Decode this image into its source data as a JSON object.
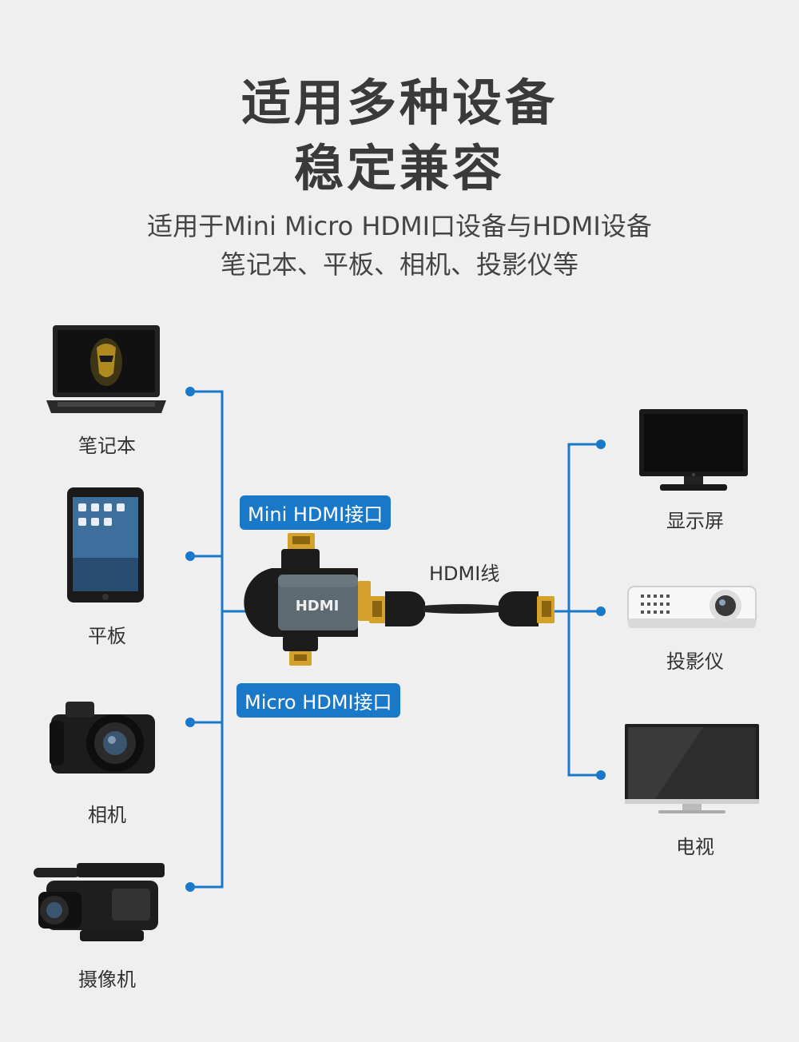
{
  "heading": {
    "line1": "适用多种设备",
    "line2": "稳定兼容"
  },
  "subheading": {
    "line1": "适用于Mini Micro HDMI口设备与HDMI设备",
    "line2": "笔记本、平板、相机、投影仪等"
  },
  "left_devices": [
    {
      "label": "笔记本",
      "icon": "laptop-icon"
    },
    {
      "label": "平板",
      "icon": "tablet-icon"
    },
    {
      "label": "相机",
      "icon": "camera-icon"
    },
    {
      "label": "摄像机",
      "icon": "camcorder-icon"
    }
  ],
  "right_devices": [
    {
      "label": "显示屏",
      "icon": "monitor-icon"
    },
    {
      "label": "投影仪",
      "icon": "projector-icon"
    },
    {
      "label": "电视",
      "icon": "tv-icon"
    }
  ],
  "adapter": {
    "mini_label": "Mini HDMI接口",
    "micro_label": "Micro HDMI接口",
    "body_text": "HDMI",
    "cable_label": "HDMI线"
  },
  "colors": {
    "accent": "#1a78c8",
    "background": "#efefef"
  }
}
